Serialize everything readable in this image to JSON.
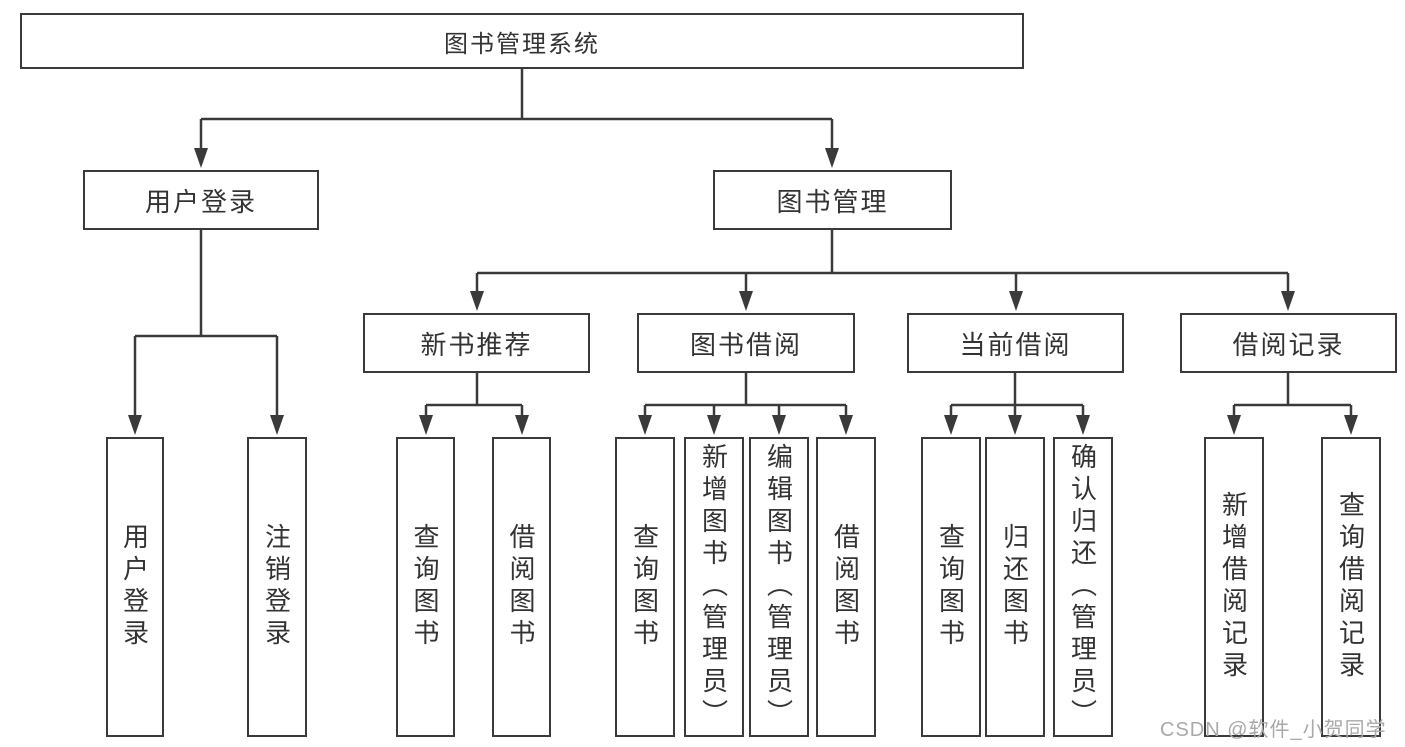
{
  "tree": {
    "root": {
      "label": "图书管理系统"
    },
    "branches": [
      {
        "label": "用户登录",
        "children": [
          {
            "label": "用户登录"
          },
          {
            "label": "注销登录"
          }
        ]
      },
      {
        "label": "图书管理",
        "children": [
          {
            "label": "新书推荐",
            "children": [
              {
                "label": "查询图书"
              },
              {
                "label": "借阅图书"
              }
            ]
          },
          {
            "label": "图书借阅",
            "children": [
              {
                "label": "查询图书"
              },
              {
                "label": "新增图书（管理员）"
              },
              {
                "label": "编辑图书（管理员）"
              },
              {
                "label": "借阅图书"
              }
            ]
          },
          {
            "label": "当前借阅",
            "children": [
              {
                "label": "查询图书"
              },
              {
                "label": "归还图书"
              },
              {
                "label": "确认归还（管理员）"
              }
            ]
          },
          {
            "label": "借阅记录",
            "children": [
              {
                "label": "新增借阅记录"
              },
              {
                "label": "查询借阅记录"
              }
            ]
          }
        ]
      }
    ]
  },
  "watermark": {
    "text": "CSDN @软件_小贺同学"
  },
  "colors": {
    "line": "#3a3a3a",
    "text": "#333333",
    "background": "#ffffff",
    "watermark": "#a9a9a9"
  }
}
